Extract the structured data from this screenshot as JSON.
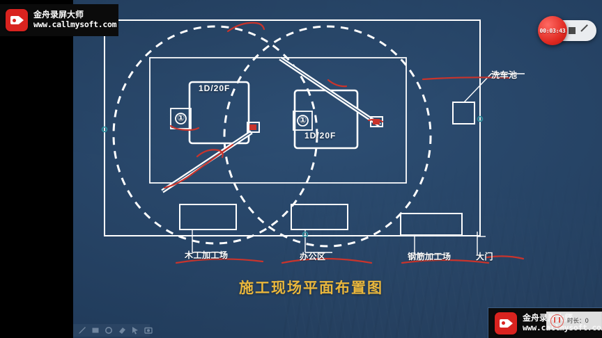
{
  "app": {
    "name": "金舟录屏大师",
    "site": "www.callmysoft.com",
    "logo_icon": "video-camera-icon"
  },
  "recorder": {
    "elapsed": "00:03:43",
    "pause_icon": "pause-icon",
    "stop_icon": "stop-icon",
    "edit_icon": "pencil-icon",
    "duration_popup": {
      "ring_icon": "recording-pause-ring-icon",
      "text": "时长：0"
    },
    "accent": "#e02a22"
  },
  "annotation_toolbar": {
    "tools": [
      {
        "name": "pen-tool",
        "icon": "pencil-icon"
      },
      {
        "name": "rectangle-tool",
        "icon": "square-icon"
      },
      {
        "name": "ellipse-tool",
        "icon": "circle-icon"
      },
      {
        "name": "eraser-tool",
        "icon": "eraser-icon"
      },
      {
        "name": "cursor-tool",
        "icon": "arrow-cursor-icon"
      },
      {
        "name": "screenshot-tool",
        "icon": "camera-icon"
      }
    ]
  },
  "slide": {
    "title": "施工现场平面布置图",
    "title_color": "#eab73c",
    "background_color": "#2a4a6e",
    "line_color": "#ffffff",
    "annotation_color": "#c9342c",
    "buildings": [
      {
        "label": "1D/20F",
        "marker": "①"
      },
      {
        "label": "1D/20F",
        "marker": "①"
      }
    ],
    "facility_labels": [
      {
        "name": "carwash-pit-label",
        "text": "洗车池"
      },
      {
        "name": "carpentry-yard-label",
        "text": "木工加工场"
      },
      {
        "name": "office-area-label",
        "text": "办公区"
      },
      {
        "name": "rebar-yard-label",
        "text": "钢筋加工场"
      },
      {
        "name": "main-gate-label",
        "text": "大门"
      }
    ]
  }
}
